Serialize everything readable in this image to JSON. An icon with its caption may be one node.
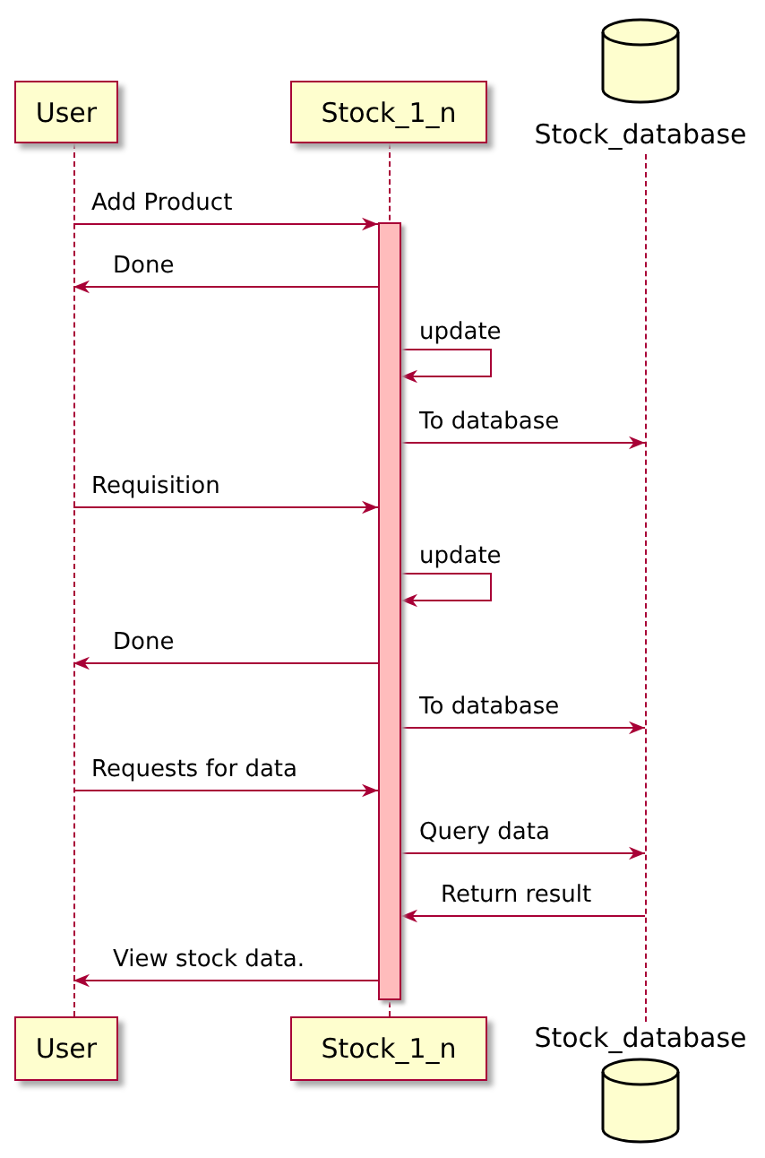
{
  "diagram": {
    "nodes": [
      {
        "text": [
          "User"
        ]
      },
      {
        "text": [
          "Stock_1_n"
        ]
      },
      {
        "text": [
          "Stock_database"
        ]
      },
      {
        "text": [],
        "shape": "line"
      },
      {
        "text": [],
        "shape": "line"
      },
      {
        "text": [],
        "shape": "line"
      },
      {
        "text": [],
        "shape": "bar"
      },
      {
        "text": [
          "User"
        ]
      },
      {
        "text": [
          "Stock_1_n"
        ]
      },
      {
        "text": [
          "Stock_database"
        ]
      }
    ],
    "edges": [
      {
        "from": 3,
        "to": 6,
        "arrow": "to",
        "label": "Add Product"
      },
      {
        "from": 6,
        "to": 3,
        "arrow": "to",
        "label": "Done"
      },
      {
        "from": 6,
        "to": 6,
        "arrow": "to",
        "label": "update"
      },
      {
        "from": 6,
        "to": 5,
        "arrow": "to",
        "label": "To database"
      },
      {
        "from": 3,
        "to": 6,
        "arrow": "to",
        "label": "Requisition"
      },
      {
        "from": 6,
        "to": 6,
        "arrow": "to",
        "label": "update"
      },
      {
        "from": 6,
        "to": 3,
        "arrow": "to",
        "label": "Done"
      },
      {
        "from": 6,
        "to": 5,
        "arrow": "to",
        "label": "To database"
      },
      {
        "from": 3,
        "to": 6,
        "arrow": "to",
        "label": "Requests for data"
      },
      {
        "from": 6,
        "to": 5,
        "arrow": "to",
        "label": "Query data"
      },
      {
        "from": 5,
        "to": 6,
        "arrow": "to",
        "label": "Return result"
      },
      {
        "from": 6,
        "to": 3,
        "arrow": "to",
        "label": "View stock data."
      }
    ]
  }
}
